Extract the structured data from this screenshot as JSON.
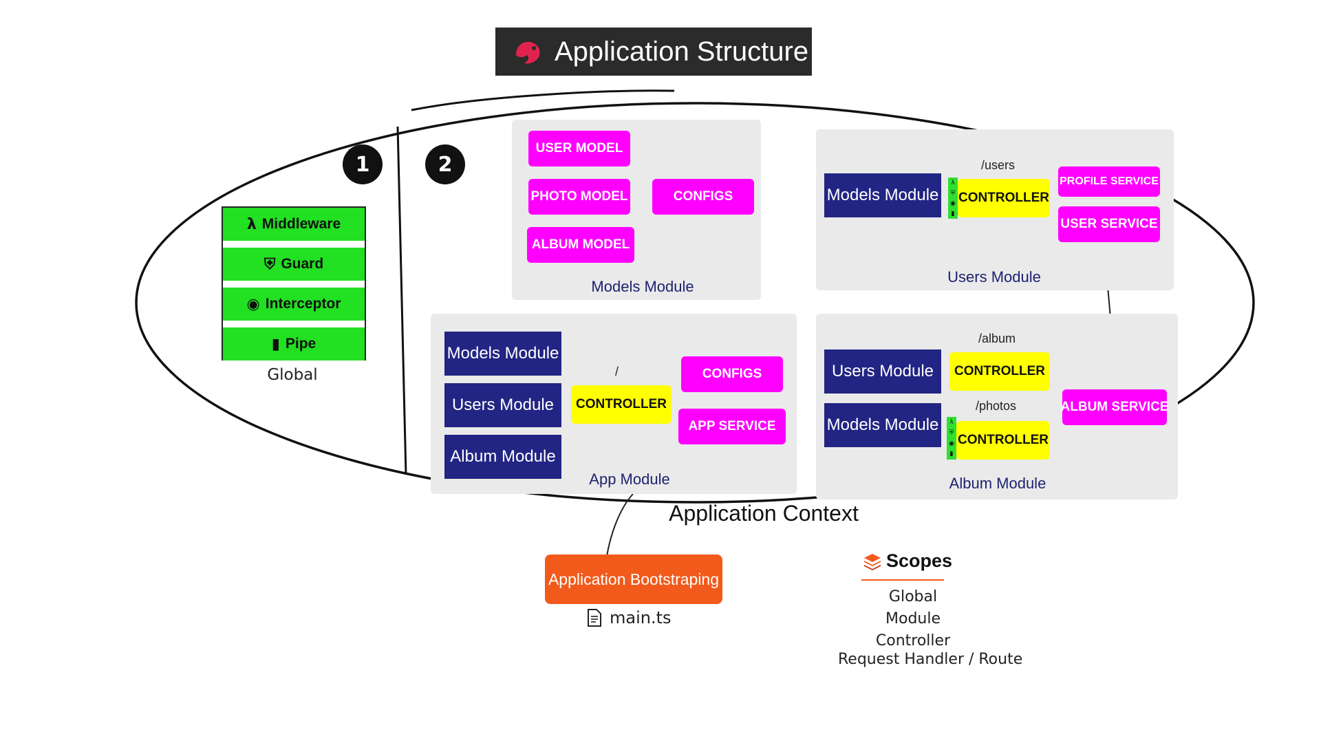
{
  "title": "Application Structure",
  "badges": [
    "1",
    "2"
  ],
  "global": {
    "items": [
      {
        "icon": "lambda-icon",
        "label": "Middleware"
      },
      {
        "icon": "shield-icon",
        "label": "Guard"
      },
      {
        "icon": "eye-icon",
        "label": "Interceptor"
      },
      {
        "icon": "cylinder-icon",
        "label": "Pipe"
      }
    ],
    "caption": "Global"
  },
  "models_module": {
    "items": [
      "USER MODEL",
      "PHOTO MODEL",
      "ALBUM MODEL",
      "CONFIGS"
    ],
    "caption": "Models Module"
  },
  "users_module": {
    "import": "Models Module",
    "route": "/users",
    "controller": "CONTROLLER",
    "services": [
      "PROFILE SERVICE",
      "USER SERVICE"
    ],
    "caption": "Users Module"
  },
  "app_module": {
    "imports": [
      "Models Module",
      "Users Module",
      "Album Module"
    ],
    "route": "/",
    "controller": "CONTROLLER",
    "services": [
      "CONFIGS",
      "APP SERVICE"
    ],
    "caption": "App Module"
  },
  "album_module": {
    "imports": [
      "Users Module",
      "Models Module"
    ],
    "routes": [
      "/album",
      "/photos"
    ],
    "controllers": [
      "CONTROLLER",
      "CONTROLLER"
    ],
    "service": "ALBUM SERVICE",
    "caption": "Album Module"
  },
  "context_label": "Application Context",
  "bootstrap": {
    "label": "Application Bootstraping",
    "file": "main.ts"
  },
  "scopes": {
    "title": "Scopes",
    "items": [
      "Global",
      "Module",
      "Controller",
      "Request Handler / Route"
    ]
  },
  "colors": {
    "pink": "#ff00ff",
    "navy": "#222583",
    "yellow": "#ffff00",
    "green": "#22e022",
    "orange": "#f25a1b",
    "title_bg": "#2b2b2b"
  }
}
